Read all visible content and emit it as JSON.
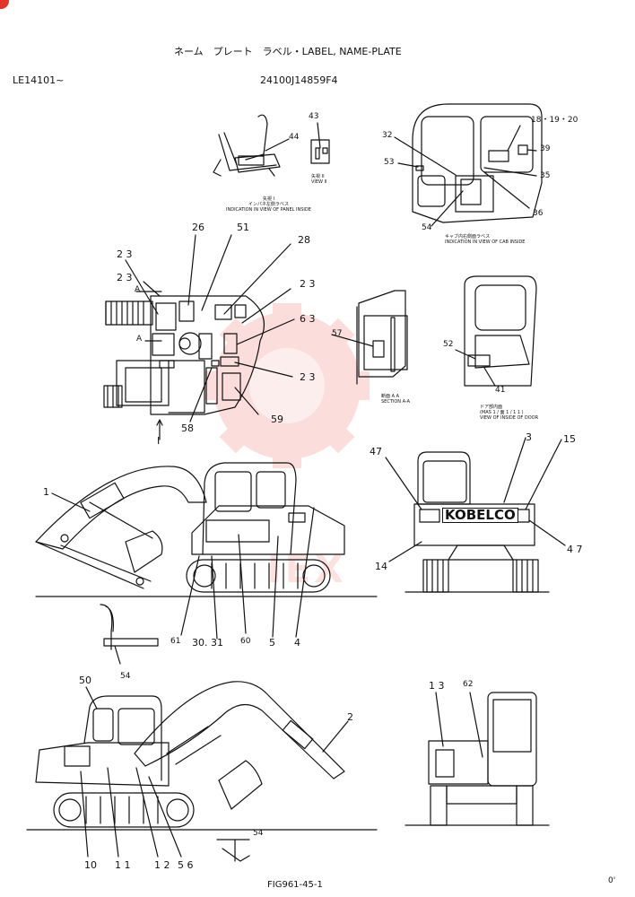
{
  "header": {
    "title": "ネーム　プレート　ラベル・LABEL, NAME-PLATE",
    "serial": "LE14101~",
    "part_no": "24100J14859F4"
  },
  "footer": {
    "fig": "FIG961-45-1",
    "page_mark": "0'"
  },
  "watermark": {
    "text": "IEX",
    "color": "#e8302a"
  },
  "corner_badge_color": "#e8302a",
  "captions": {
    "cap1_l1": "矢視 I",
    "cap1_l2": "インパネ左側ラベス",
    "cap1_l3": "INDICATION IN VIEW OF PANEL INSIDE",
    "cap2_l1": "矢視 II",
    "cap2_l2": "VIEW II",
    "cap3_l1": "キャブ内右側面ラベス",
    "cap3_l2": "INDICATION IN VIEW OF CAB INSIDE",
    "cap4_l1": "断面 A A",
    "cap4_l2": "SECTION A-A",
    "cap5_l1": "ドア部内面",
    "cap5_l2": "(MAS 1 / 面 1 / 1 1 )",
    "cap5_l3": "VIEW OF INSIDE OF DOOR"
  },
  "callouts": {
    "n43": "43",
    "n44": "44",
    "n18": "18・19・20",
    "n32": "32",
    "n39": "39",
    "n53": "53",
    "n35": "35",
    "n54a": "54",
    "n36": "36",
    "n26": "26",
    "n51": "51",
    "n28": "28",
    "n23a": "2 3",
    "n23b": "2 3",
    "n23c": "2 3",
    "n23d": "2 3",
    "nA1": "A",
    "nA2": "A",
    "n63": "6 3",
    "n57": "57",
    "n52": "52",
    "n41": "41",
    "n58": "58",
    "n59": "59",
    "nI": "I",
    "n47a": "47",
    "n3": "3",
    "n15": "15",
    "n47b": "4 7",
    "n14": "14",
    "n1": "1",
    "n61": "61",
    "n3031": "30. 31",
    "n60": "60",
    "n5": "5",
    "n4": "4",
    "n54b": "54",
    "n50": "50",
    "n2": "2",
    "n13": "1 3",
    "n62": "62",
    "n54c": "54",
    "n10": "10",
    "n11": "1 1",
    "n12": "1 2",
    "n56": "5 6"
  },
  "brand": {
    "kobelco": "KOBELCO"
  }
}
